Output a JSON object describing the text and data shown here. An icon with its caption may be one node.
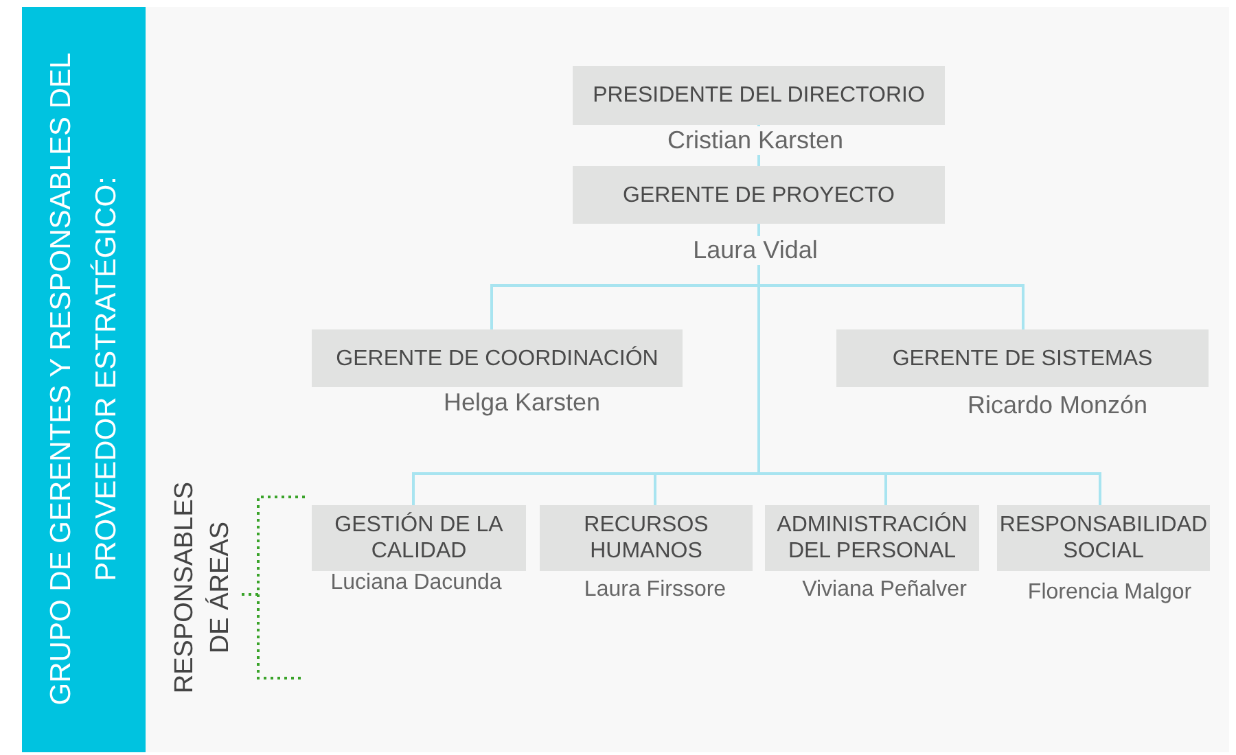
{
  "diagram": {
    "nodes": [
      {
        "text": [
          "PRESIDENTE DEL DIRECTORIO"
        ],
        "beside": [
          "Cristian Karsten"
        ]
      },
      {
        "text": [
          "GERENTE DE PROYECTO"
        ],
        "beside": [
          "Laura Vidal"
        ]
      },
      {
        "text": [
          "GERENTE DE COORDINACIÓN"
        ],
        "beside": [
          "Helga Karsten"
        ]
      },
      {
        "text": [
          "GERENTE DE SISTEMAS"
        ],
        "beside": [
          "Ricardo Monzón"
        ]
      },
      {
        "text": [
          "GESTIÓN DE LA CALIDAD"
        ],
        "beside": [
          "Luciana Dacunda"
        ]
      },
      {
        "text": [
          "RECURSOS HUMANOS"
        ],
        "beside": [
          "Laura Firssore"
        ]
      },
      {
        "text": [
          "ADMINISTRACIÓN DEL PERSONAL"
        ],
        "beside": [
          "Viviana Peñalver"
        ]
      },
      {
        "text": [
          "RESPONSABILIDAD SOCIAL"
        ],
        "beside": [
          "Florencia Malgor"
        ]
      }
    ],
    "edges": [
      {
        "from": 0,
        "to": 1,
        "arrow": "none"
      },
      {
        "from": 1,
        "to": 2,
        "arrow": "none"
      },
      {
        "from": 1,
        "to": 3,
        "arrow": "none"
      },
      {
        "from": 1,
        "to": 4,
        "arrow": "none"
      },
      {
        "from": 1,
        "to": 5,
        "arrow": "none"
      },
      {
        "from": 1,
        "to": 6,
        "arrow": "none"
      },
      {
        "from": 1,
        "to": 7,
        "arrow": "none"
      }
    ],
    "labels": [
      "GRUPO DE GERENTES Y RESPONSABLES DEL PROVEEDOR ESTRATÉGICO:",
      "RESPONSABLES DE ÁREAS"
    ]
  }
}
